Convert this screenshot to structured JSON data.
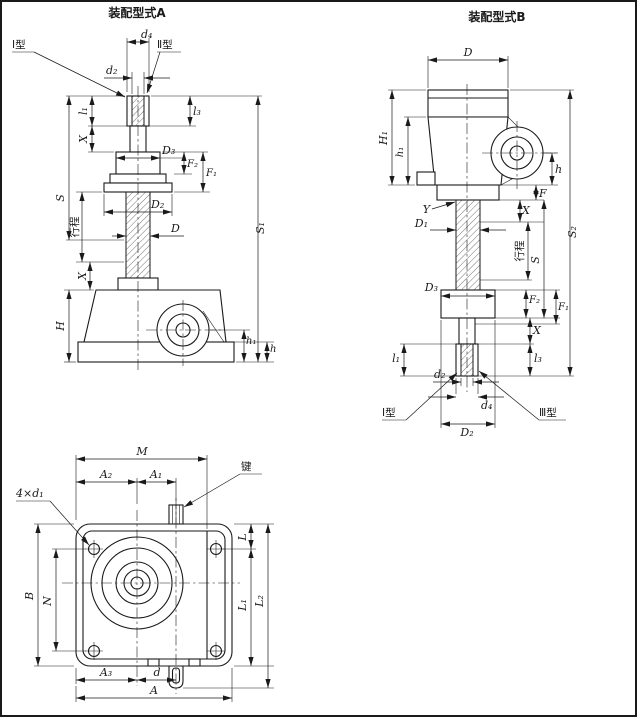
{
  "colors": {
    "line": "#1a1a1a",
    "background": "#ffffff"
  },
  "view_a": {
    "title": "装配型式A",
    "labels": {
      "type1": "Ⅰ型",
      "type2": "Ⅱ型",
      "d4": "d₄",
      "d2": "d₂",
      "l1": "l₁",
      "l3": "l₃",
      "X_upper": "X",
      "S": "S",
      "stroke": "行程",
      "D3": "D₃",
      "F2": "F₂",
      "F1": "F₁",
      "D2": "D₂",
      "D": "D",
      "X_lower": "X",
      "H": "H",
      "S1": "S₁",
      "h1": "h₁",
      "h": "h"
    }
  },
  "view_b": {
    "title": "装配型式B",
    "labels": {
      "D": "D",
      "H1": "H₁",
      "h1": "h₁",
      "F": "F",
      "h": "h",
      "X_upper": "X",
      "Y": "Y",
      "D1": "D₁",
      "stroke": "行程",
      "S": "S",
      "D3": "D₃",
      "F2": "F₂",
      "F1": "F₁",
      "X_lower": "X",
      "l3": "l₃",
      "l1": "l₁",
      "d2": "d₂",
      "d4": "d₄",
      "D2": "D₂",
      "type1": "Ⅰ型",
      "type3": "Ⅲ型",
      "S2": "S₂"
    }
  },
  "view_plan": {
    "labels": {
      "M": "M",
      "A2": "A₂",
      "A1": "A₁",
      "key": "键",
      "bolt_holes": "4×d₁",
      "L": "L",
      "L1": "L₁",
      "L2": "L₂",
      "B": "B",
      "N": "N",
      "A3": "A₃",
      "d": "d",
      "A": "A"
    }
  }
}
